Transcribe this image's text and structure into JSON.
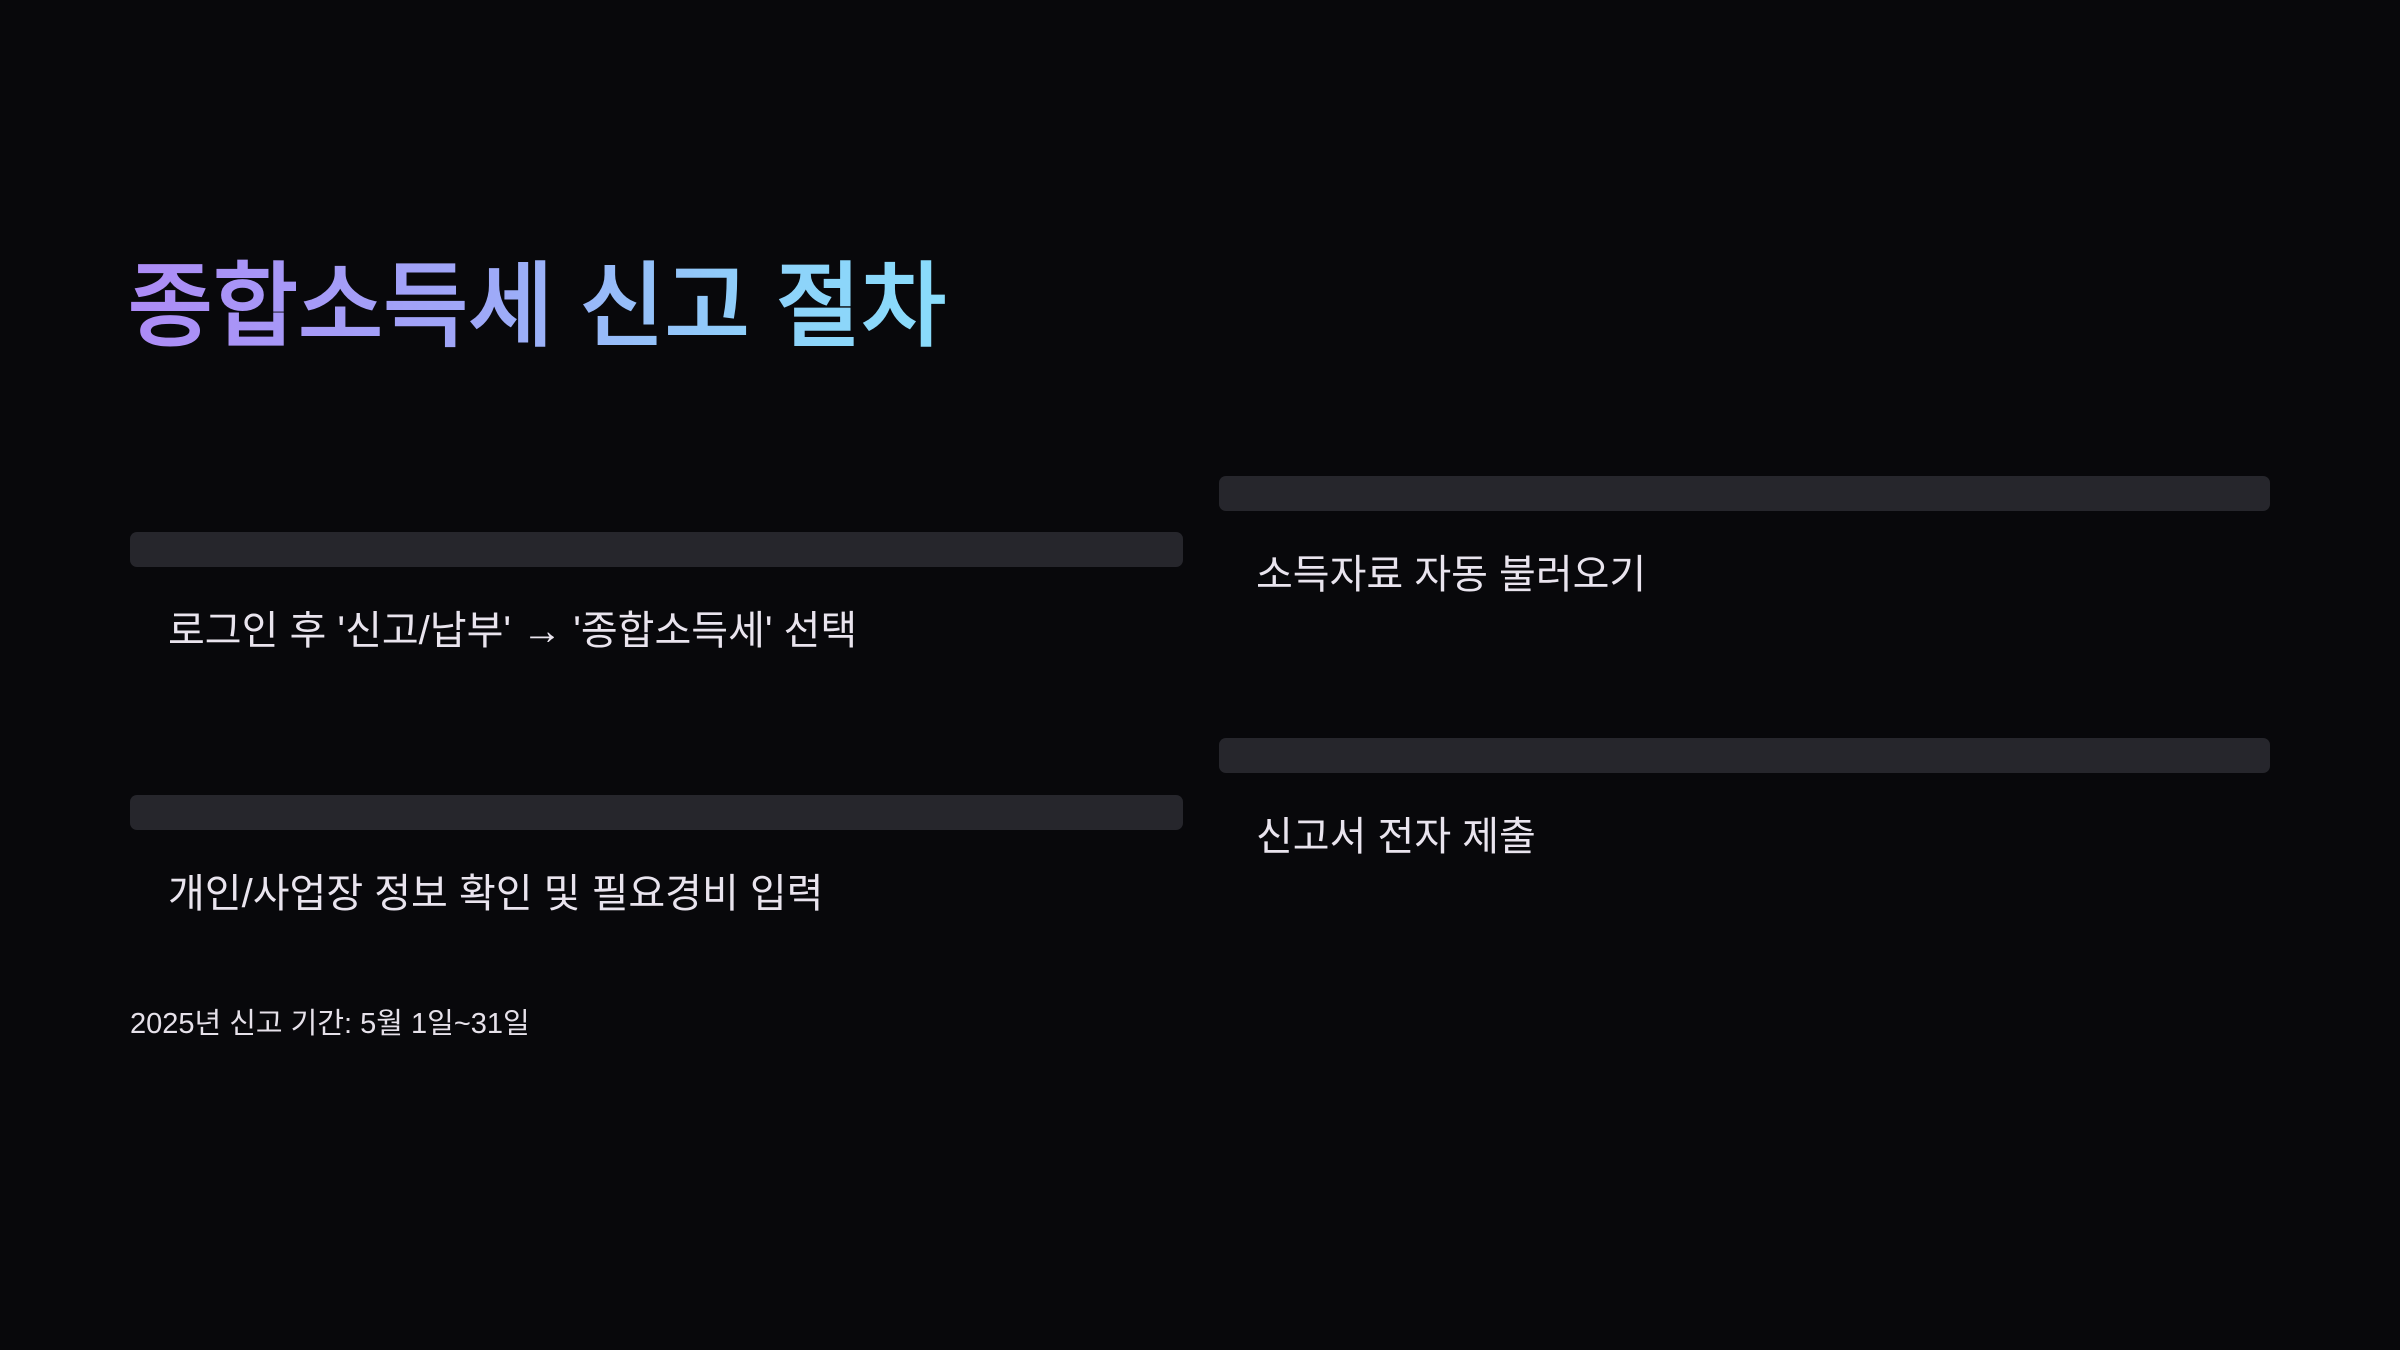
{
  "slide": {
    "title": "종합소득세 신고 절차",
    "background_color": "#08080b",
    "title_gradient_from": "#ad8bf6",
    "title_gradient_to": "#89dcfb",
    "bar_color": "#26262c",
    "body_text_color": "#e9e4ee"
  },
  "columns": {
    "left": {
      "steps": [
        {
          "label": "로그인 후 '신고/납부' → '종합소득세' 선택"
        },
        {
          "label": "개인/사업장 정보 확인 및 필요경비 입력"
        }
      ]
    },
    "right": {
      "steps": [
        {
          "label": "소득자료 자동 불러오기"
        },
        {
          "label": "신고서 전자 제출"
        }
      ]
    }
  },
  "footnote": {
    "text": "2025년 신고 기간: 5월 1일~31일"
  }
}
